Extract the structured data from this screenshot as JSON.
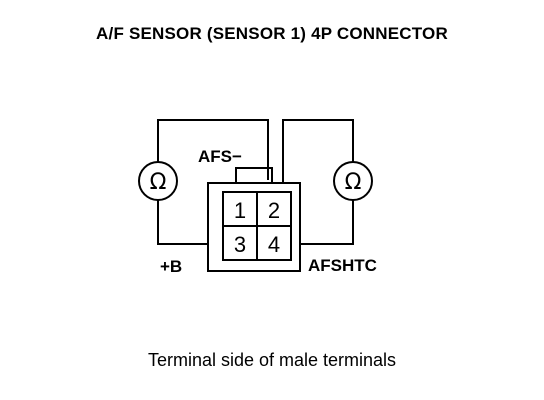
{
  "diagram": {
    "title": "A/F SENSOR (SENSOR 1) 4P CONNECTOR",
    "caption": "Terminal side of male terminals",
    "terminals": [
      "1",
      "2",
      "3",
      "4"
    ],
    "labels": {
      "afs": "AFS−",
      "plus_b": "+B",
      "afshtc": "AFSHTC"
    },
    "meters": {
      "left_symbol": "Ω",
      "right_symbol": "Ω"
    },
    "colors": {
      "line": "#000000",
      "background": "#ffffff"
    }
  }
}
